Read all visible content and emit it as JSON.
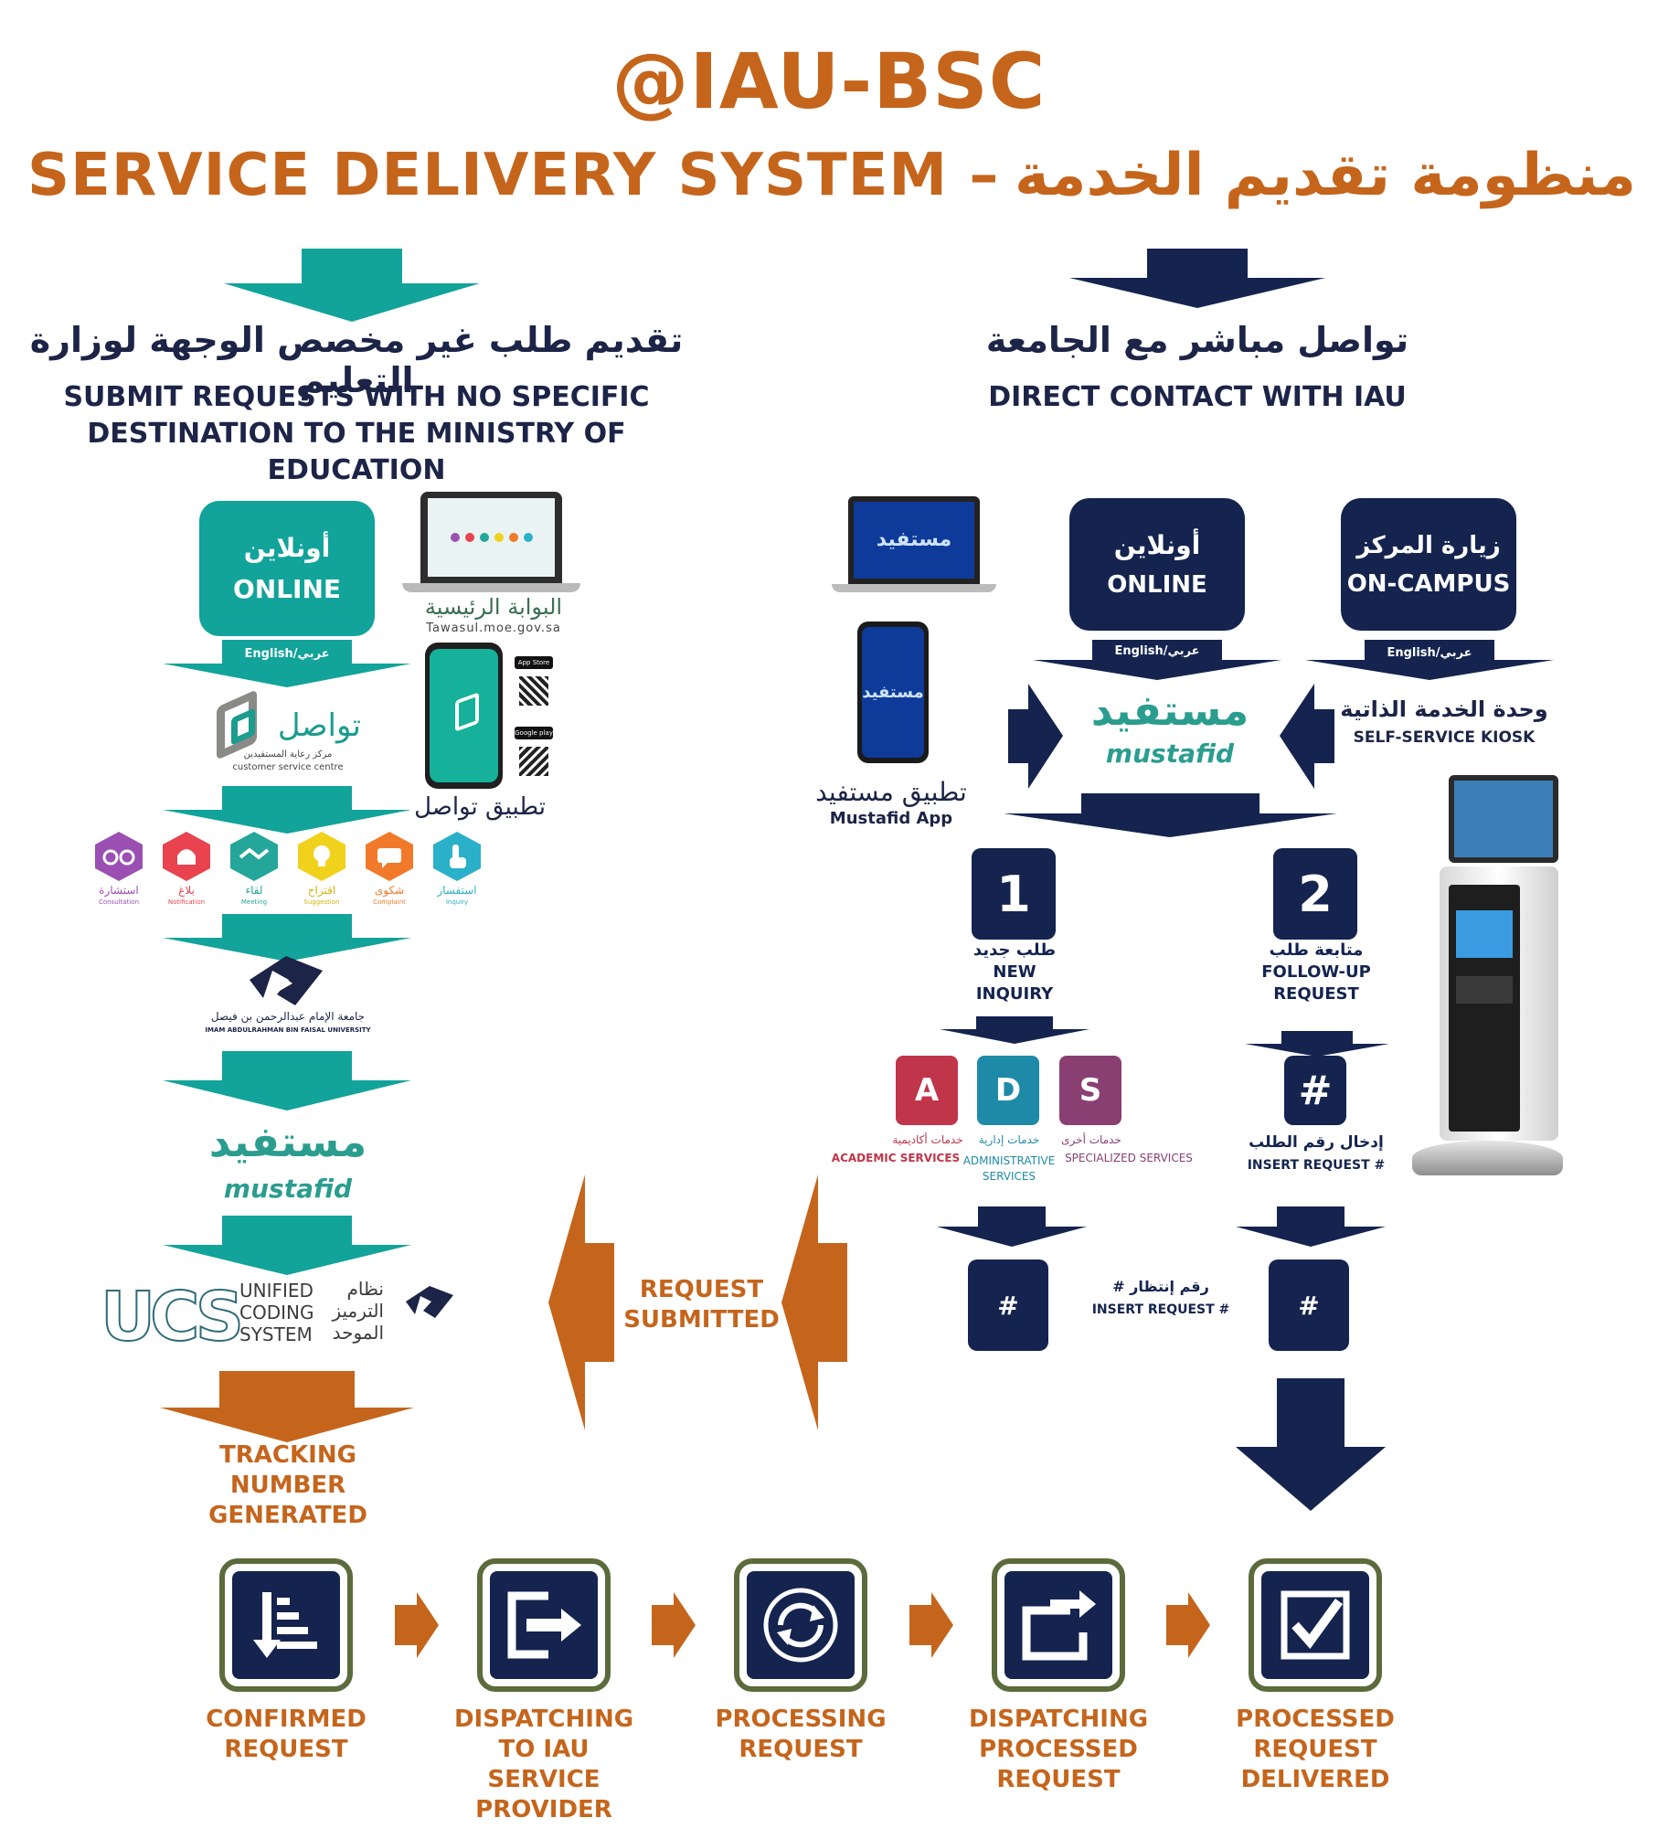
{
  "header": {
    "handle": "@IAU-BSC",
    "title_en": "SERVICE DELIVERY SYSTEM –",
    "title_ar": "منظومة تقديم الخدمة"
  },
  "left": {
    "heading_ar": "تقديم طلب غير مخصص الوجهة لوزارة التعليم",
    "heading_en_1": "SUBMIT REQUESTS WITH NO SPECIFIC",
    "heading_en_2": "DESTINATION TO THE MINISTRY OF",
    "heading_en_3": "EDUCATION",
    "online_ar": "أونلاين",
    "online_en": "ONLINE",
    "lang_bar": "English/عربي",
    "portal_ar": "البوابة الرئيسية",
    "portal_url": "Tawasul.moe.gov.sa",
    "app_ar": "تطبيق تواصل",
    "tawasul_ar": "تواصل",
    "tawasul_sub_ar": "مركز رعاية المستفيدين",
    "tawasul_sub_en": "customer service centre",
    "app_store": "App Store",
    "google_play": "Google play",
    "categories": [
      {
        "ar": "استشارة",
        "en": "Consultation",
        "color": "#9b4fb3",
        "icon": "glasses-icon"
      },
      {
        "ar": "بلاغ",
        "en": "Notification",
        "color": "#e8434f",
        "icon": "alarm-icon"
      },
      {
        "ar": "لقاء",
        "en": "Meeting",
        "color": "#25a69a",
        "icon": "handshake-icon"
      },
      {
        "ar": "اقتراح",
        "en": "Suggestion",
        "color": "#f0d21c",
        "icon": "lightbulb-icon"
      },
      {
        "ar": "شكوى",
        "en": "Complaint",
        "color": "#f07a2a",
        "icon": "chat-icon"
      },
      {
        "ar": "استفسار",
        "en": "Inquiry",
        "color": "#2ab0c8",
        "icon": "hand-icon"
      }
    ],
    "university_ar": "جامعة الإمام عبدالرحمن بن فيصل",
    "university_en": "IMAM ABDULRAHMAN BIN FAISAL UNIVERSITY",
    "mustafid_ar": "مستفيد",
    "mustafid_en": "mustafid",
    "ucs_letters": "UCS",
    "ucs_en_1": "UNIFIED",
    "ucs_en_2": "CODING",
    "ucs_en_3": "SYSTEM",
    "ucs_ar_1": "نظام",
    "ucs_ar_2": "الترميز",
    "ucs_ar_3": "الموحد",
    "tracking_1": "TRACKING",
    "tracking_2": "NUMBER",
    "tracking_3": "GENERATED"
  },
  "center": {
    "request_1": "REQUEST",
    "request_2": "SUBMITTED"
  },
  "right": {
    "heading_ar": "تواصل مباشر مع الجامعة",
    "heading_en": "DIRECT CONTACT WITH IAU",
    "online_ar": "أونلاين",
    "online_en": "ONLINE",
    "campus_ar": "زيارة المركز",
    "campus_en": "ON-CAMPUS",
    "lang_bar": "English/عربي",
    "kiosk_ar": "وحدة الخدمة الذاتية",
    "kiosk_en": "SELF-SERVICE KIOSK",
    "app_ar": "تطبيق مستفيد",
    "app_en": "Mustafid App",
    "mustafid_ar": "مستفيد",
    "mustafid_en": "mustafid",
    "step1_num": "1",
    "step1_ar": "طلب جديد",
    "step1_en_1": "NEW",
    "step1_en_2": "INQUIRY",
    "step2_num": "2",
    "step2_ar": "متابعة طلب",
    "step2_en_1": "FOLLOW-UP",
    "step2_en_2": "REQUEST",
    "services": [
      {
        "letter": "A",
        "ar": "خدمات أكاديمية",
        "en_1": "ACADEMIC SERVICES",
        "en_2": "",
        "color": "#c0354a"
      },
      {
        "letter": "D",
        "ar": "خدمات إدارية",
        "en_1": "ADMINISTRATIVE",
        "en_2": "SERVICES",
        "color": "#1f8aa8"
      },
      {
        "letter": "S",
        "ar": "خدمات أخرى",
        "en_1": "SPECIALIZED SERVICES",
        "en_2": "",
        "color": "#8a3f73"
      }
    ],
    "hash": "#",
    "insert_ar": "إدخال رقم الطلب",
    "insert_en": "INSERT REQUEST #",
    "wait_ar": "رقم إنتظار #",
    "wait_en": "INSERT REQUEST #"
  },
  "steps": [
    {
      "l1": "CONFIRMED",
      "l2": "REQUEST",
      "l3": "",
      "l4": "",
      "icon": "list-sort-icon"
    },
    {
      "l1": "DISPATCHING",
      "l2": "TO IAU",
      "l3": "SERVICE",
      "l4": "PROVIDER",
      "icon": "dispatch-out-icon"
    },
    {
      "l1": "PROCESSING",
      "l2": "REQUEST",
      "l3": "",
      "l4": "",
      "icon": "refresh-cycle-icon"
    },
    {
      "l1": "DISPATCHING",
      "l2": "PROCESSED",
      "l3": "REQUEST",
      "l4": "",
      "icon": "export-arrow-icon"
    },
    {
      "l1": "PROCESSED",
      "l2": "REQUEST",
      "l3": "DELIVERED",
      "l4": "",
      "icon": "checkbox-icon"
    }
  ],
  "colors": {
    "orange": "#c5651c",
    "teal": "#12a39a",
    "navy": "#14244f",
    "step_frame": "#5b6b3c"
  }
}
